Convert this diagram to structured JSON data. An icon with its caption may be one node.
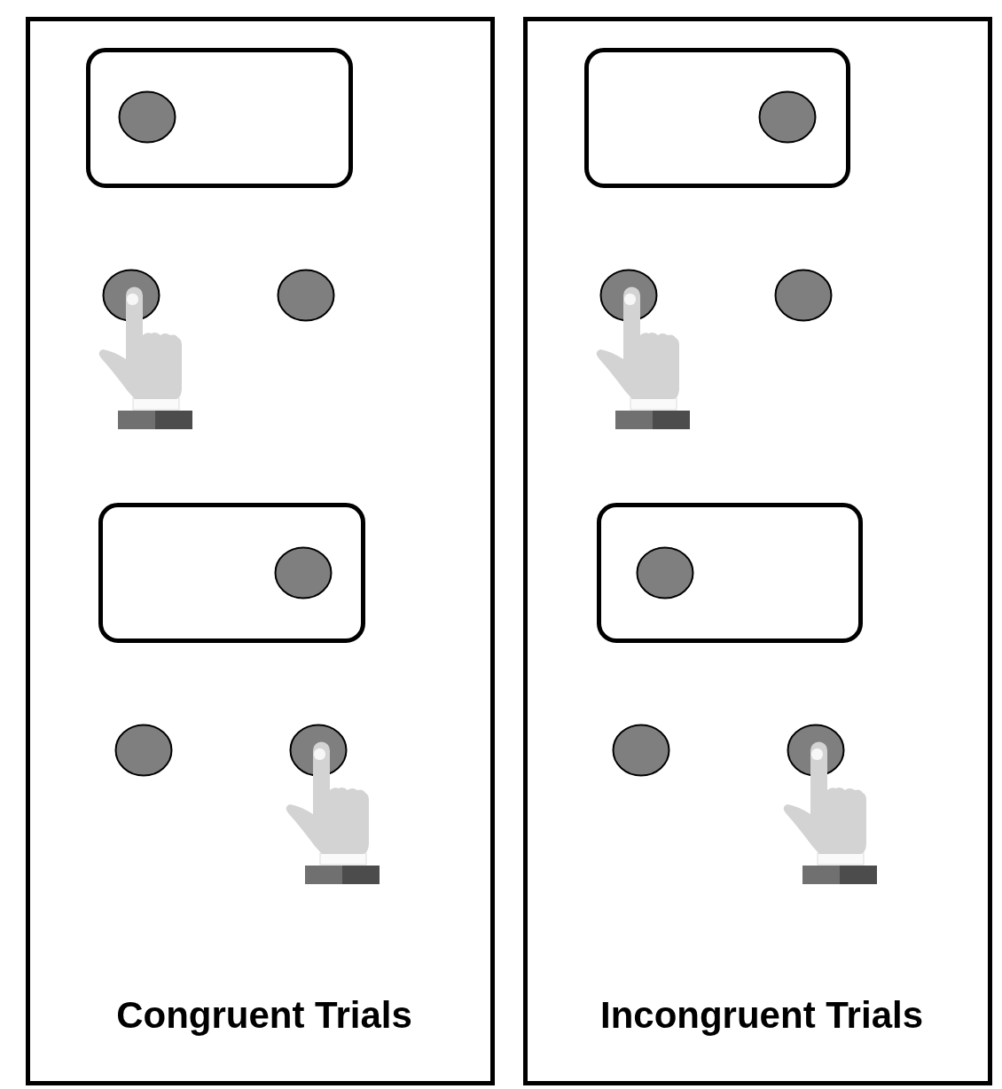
{
  "diagram": {
    "nodes": [
      {
        "text": [
          "Congruent Trials"
        ]
      },
      {
        "text": [],
        "shape": "box",
        "in": 0
      },
      {
        "text": [],
        "shape": "box",
        "in": 0
      },
      {
        "text": [
          "Incongruent Trials"
        ]
      },
      {
        "text": [],
        "shape": "box",
        "in": 3
      },
      {
        "text": [],
        "shape": "box",
        "in": 3
      }
    ]
  }
}
